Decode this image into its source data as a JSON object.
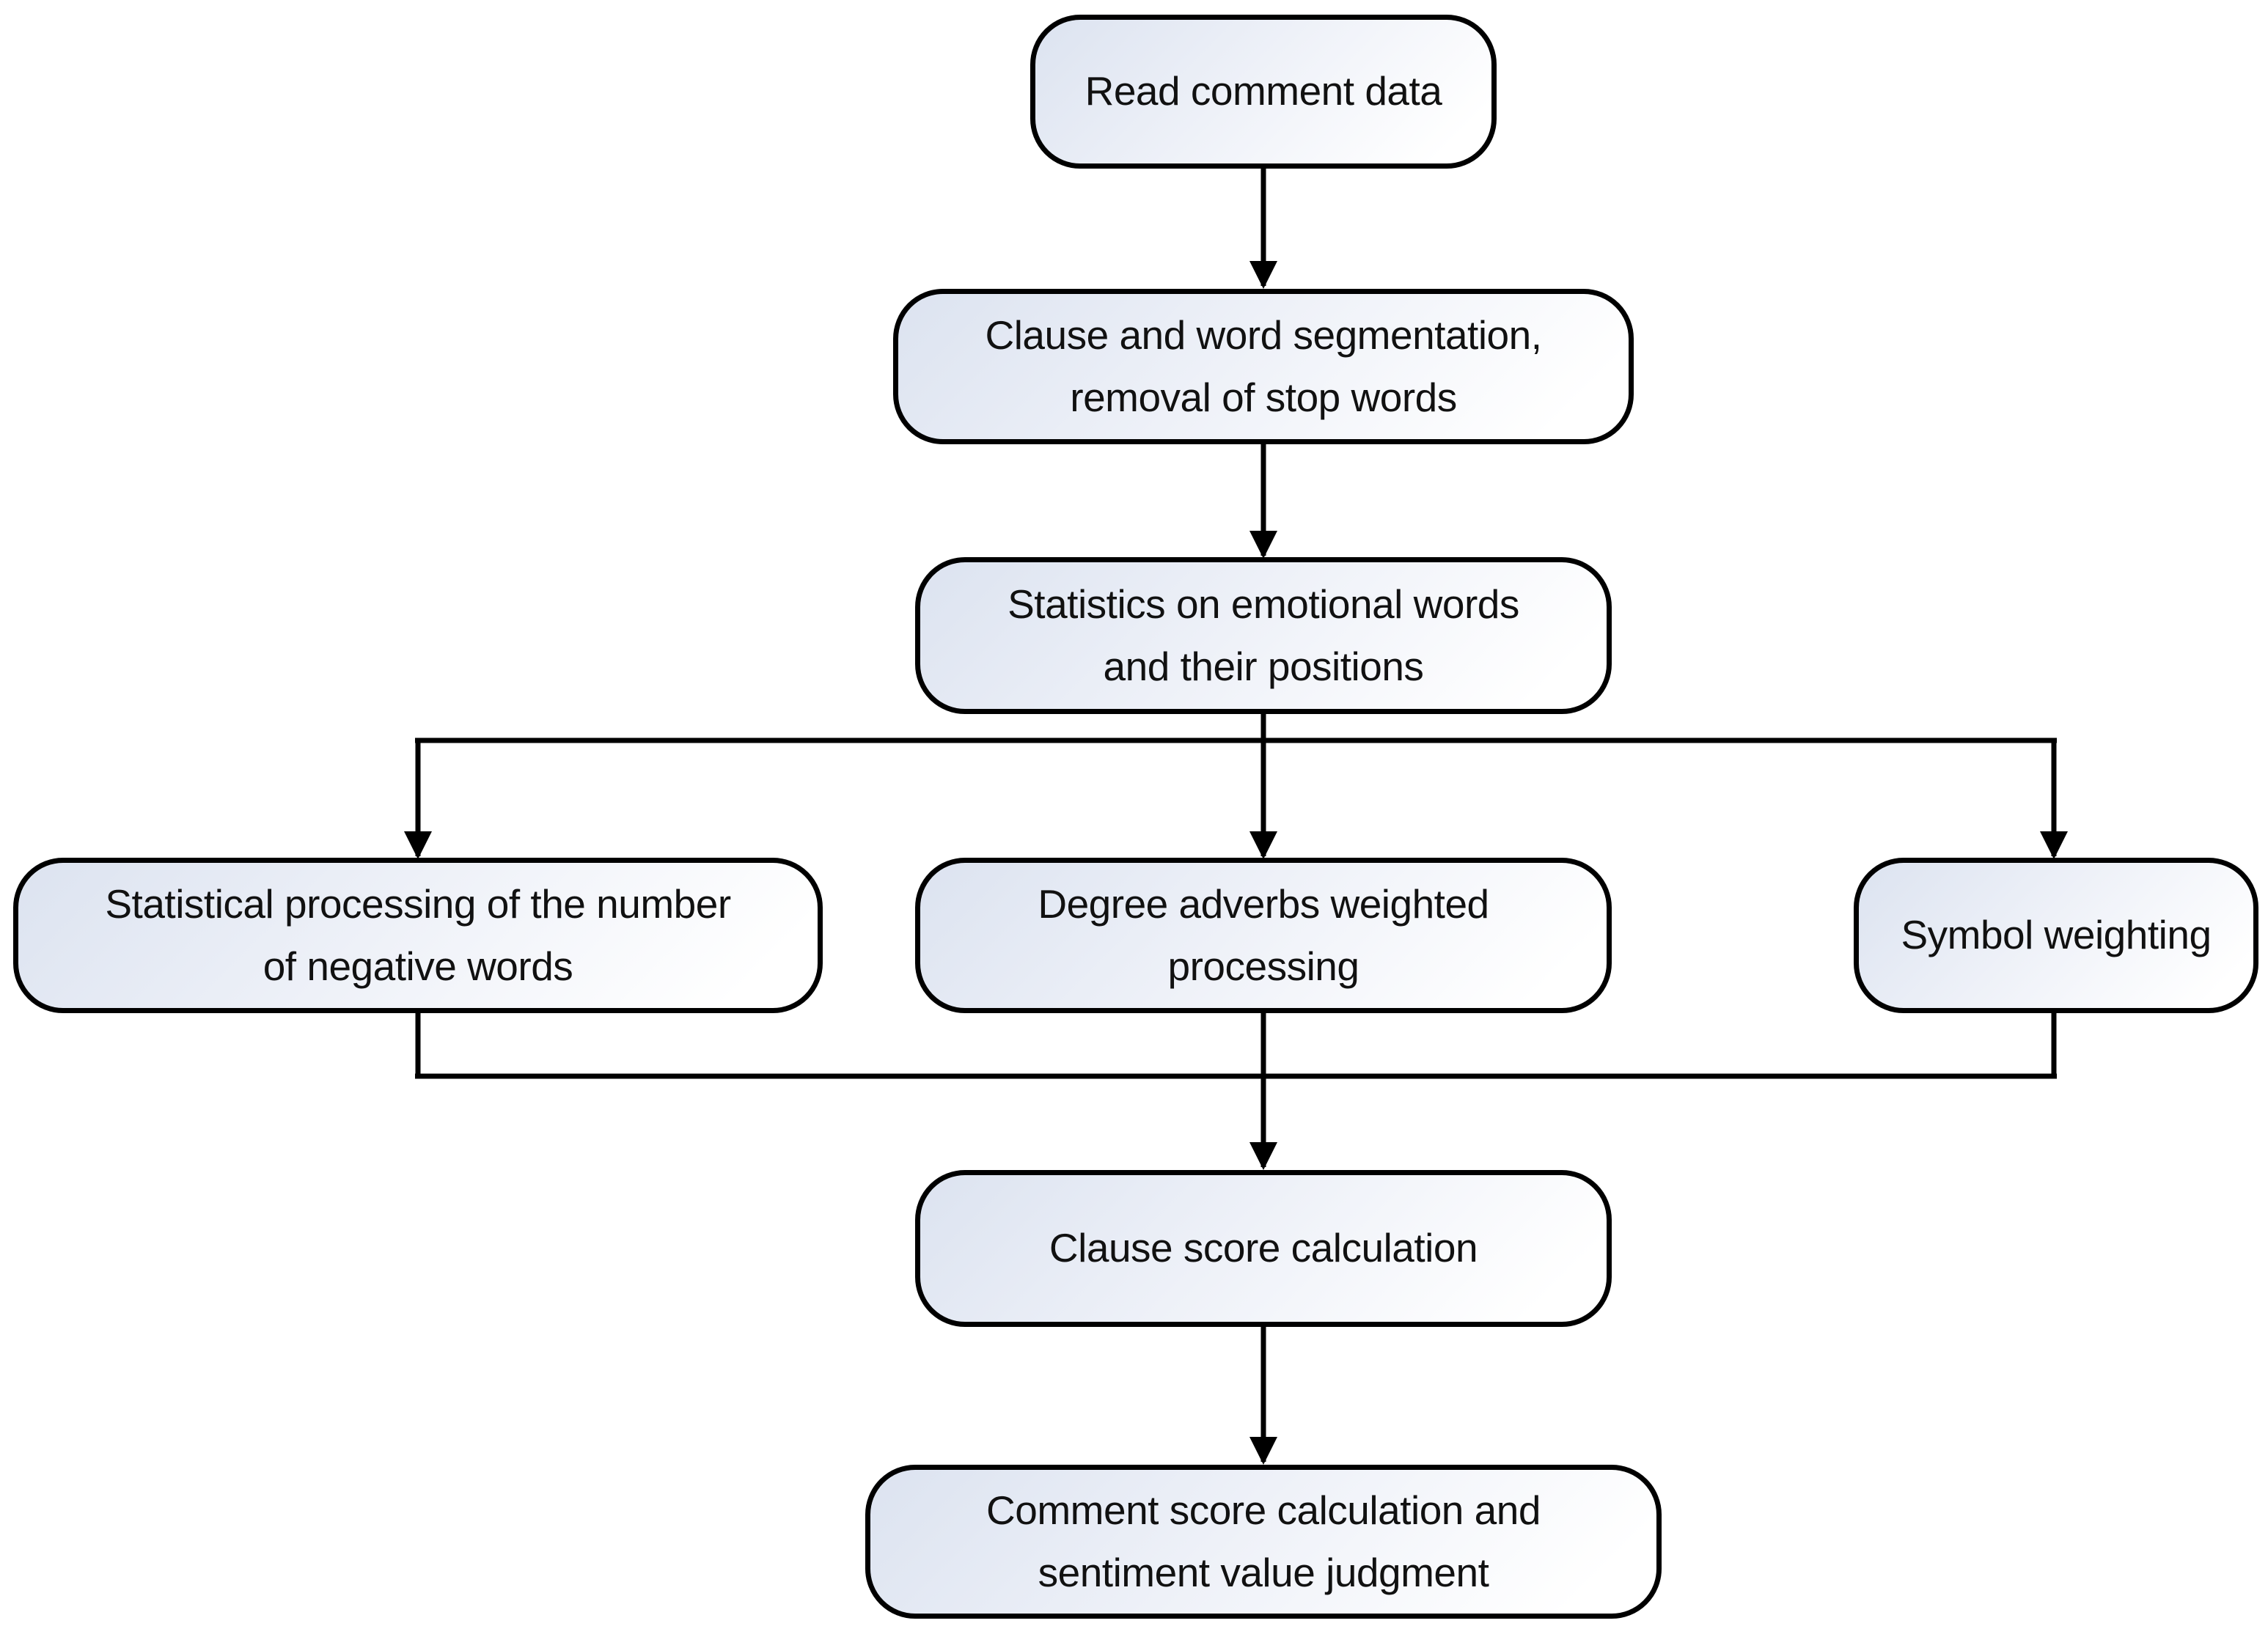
{
  "diagram": {
    "nodes": [
      {
        "id": "read-comment-data",
        "label": [
          "Read comment data"
        ]
      },
      {
        "id": "clause-word-segmentation",
        "label": [
          "Clause and word segmentation,",
          "removal of stop words"
        ]
      },
      {
        "id": "emotional-word-statistics",
        "label": [
          "Statistics on emotional words",
          "and their positions"
        ]
      },
      {
        "id": "negative-word-processing",
        "label": [
          "Statistical processing of the number",
          "of negative words"
        ]
      },
      {
        "id": "degree-adverb-weighting",
        "label": [
          "Degree adverbs weighted",
          "processing"
        ]
      },
      {
        "id": "symbol-weighting",
        "label": [
          "Symbol weighting"
        ]
      },
      {
        "id": "clause-score-calculation",
        "label": [
          "Clause score calculation"
        ]
      },
      {
        "id": "comment-score-judgment",
        "label": [
          "Comment score calculation and",
          "sentiment value judgment"
        ]
      }
    ],
    "edges": [
      {
        "from": "read-comment-data",
        "to": "clause-word-segmentation"
      },
      {
        "from": "clause-word-segmentation",
        "to": "emotional-word-statistics"
      },
      {
        "from": "emotional-word-statistics",
        "to": "negative-word-processing"
      },
      {
        "from": "emotional-word-statistics",
        "to": "degree-adverb-weighting"
      },
      {
        "from": "emotional-word-statistics",
        "to": "symbol-weighting"
      },
      {
        "from": "negative-word-processing",
        "to": "clause-score-calculation"
      },
      {
        "from": "degree-adverb-weighting",
        "to": "clause-score-calculation"
      },
      {
        "from": "symbol-weighting",
        "to": "clause-score-calculation"
      },
      {
        "from": "clause-score-calculation",
        "to": "comment-score-judgment"
      }
    ],
    "colors": {
      "node_border": "#000000",
      "node_fill_top": "#dce3f0",
      "node_fill_mid": "#eef1f8",
      "node_fill_bottom": "#ffffff",
      "line": "#000000",
      "text": "#111111",
      "background": "#ffffff"
    }
  }
}
